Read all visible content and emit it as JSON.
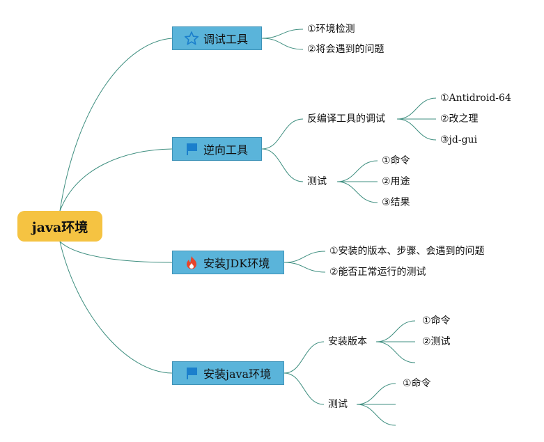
{
  "root": {
    "label": "java环境"
  },
  "branches": [
    {
      "label": "调试工具",
      "icon": "star-icon",
      "children": [
        {
          "label": "①环境检测"
        },
        {
          "label": "②将会遇到的问题"
        }
      ]
    },
    {
      "label": "逆向工具",
      "icon": "flag-icon",
      "children": [
        {
          "label": "反编译工具的调试",
          "children": [
            {
              "label": "①Antidroid-64"
            },
            {
              "label": "②改之理"
            },
            {
              "label": "③jd-gui"
            }
          ]
        },
        {
          "label": "测试",
          "children": [
            {
              "label": "①命令"
            },
            {
              "label": "②用途"
            },
            {
              "label": "③结果"
            }
          ]
        }
      ]
    },
    {
      "label": "安装JDK环境",
      "icon": "fire-icon",
      "children": [
        {
          "label": "①安装的版本、步骤、会遇到的问题"
        },
        {
          "label": "②能否正常运行的测试"
        }
      ]
    },
    {
      "label": "安装java环境",
      "icon": "flag-icon",
      "children": [
        {
          "label": "安装版本",
          "children": [
            {
              "label": "①命令"
            },
            {
              "label": "②测试"
            }
          ]
        },
        {
          "label": "测试",
          "children": [
            {
              "label": "①命令"
            }
          ]
        }
      ]
    }
  ],
  "colors": {
    "root": "#f5c342",
    "branch": "#5ab4da",
    "line": "#3f8f80",
    "flag": "#1b7fcc",
    "fire": "#e8442a"
  }
}
